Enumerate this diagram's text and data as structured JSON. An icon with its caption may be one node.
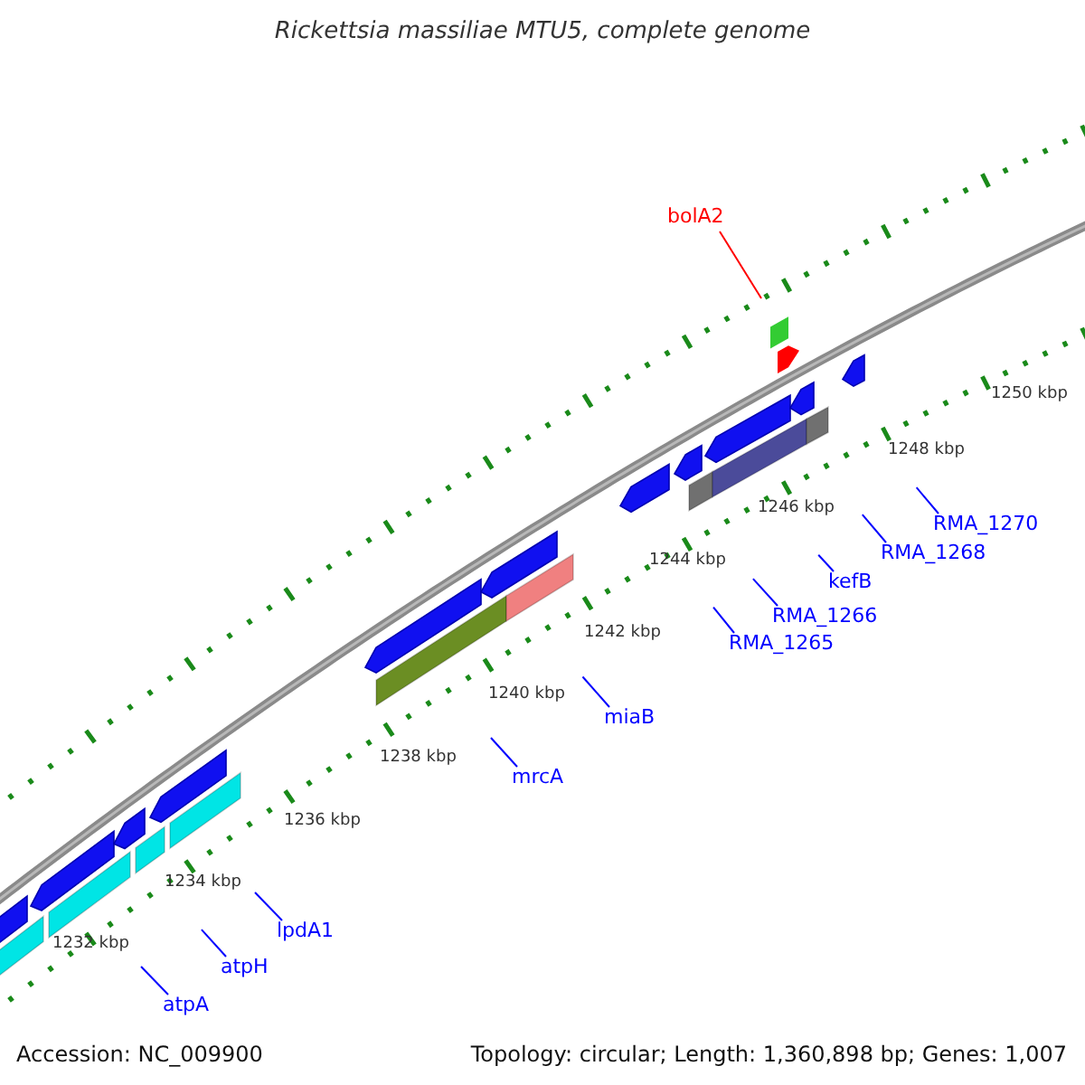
{
  "diagram": {
    "title": "Rickettsia massiliae MTU5, complete genome",
    "nodes": [
      {
        "text": [
          "bolA2"
        ]
      },
      {
        "text": [
          "RMA_1270"
        ]
      },
      {
        "text": [
          "RMA_1268"
        ]
      },
      {
        "text": [
          "kefB"
        ]
      },
      {
        "text": [
          "RMA_1266"
        ]
      },
      {
        "text": [
          "RMA_1265"
        ]
      },
      {
        "text": [
          "miaB"
        ]
      },
      {
        "text": [
          "mrcA"
        ]
      },
      {
        "text": [
          "lpdA1"
        ]
      },
      {
        "text": [
          "atpH"
        ]
      },
      {
        "text": [
          "atpA"
        ]
      }
    ],
    "edges": [
      {
        "from": 0,
        "to": null,
        "arrow": "none",
        "color": "#ff0000"
      },
      {
        "from": 1,
        "to": null,
        "arrow": "none"
      },
      {
        "from": 2,
        "to": null,
        "arrow": "none"
      },
      {
        "from": 3,
        "to": null,
        "arrow": "none"
      },
      {
        "from": 4,
        "to": null,
        "arrow": "none"
      },
      {
        "from": 5,
        "to": null,
        "arrow": "none"
      },
      {
        "from": 6,
        "to": null,
        "arrow": "none"
      },
      {
        "from": 7,
        "to": null,
        "arrow": "none"
      },
      {
        "from": 8,
        "to": null,
        "arrow": "none"
      },
      {
        "from": 9,
        "to": null,
        "arrow": "none"
      },
      {
        "from": 10,
        "to": null,
        "arrow": "none"
      }
    ],
    "labels": [
      "1250 kbp",
      "1248 kbp",
      "1246 kbp",
      "1244 kbp",
      "1242 kbp",
      "1240 kbp",
      "1238 kbp",
      "1236 kbp",
      "1234 kbp",
      "1232 kbp",
      "Accession: NC_009900",
      "Topology: circular; Length: 1,360,898 bp; Genes: 1,007"
    ]
  }
}
